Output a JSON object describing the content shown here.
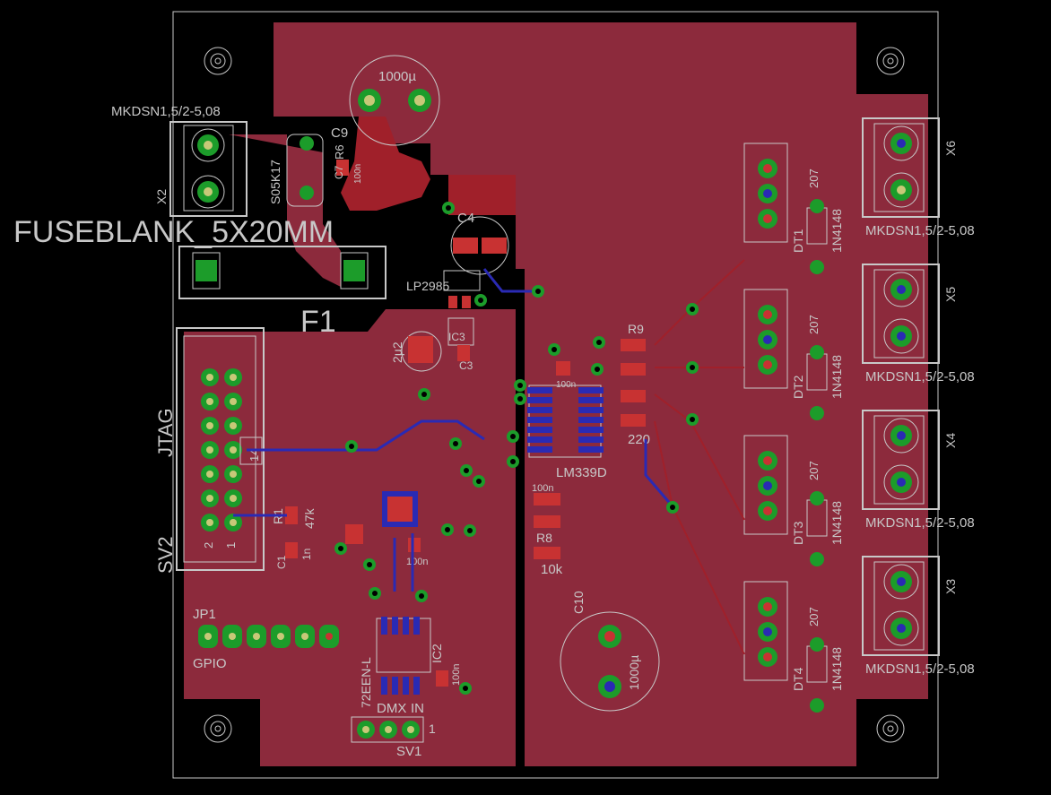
{
  "colors": {
    "background": "#000000",
    "copper_top": "#8c2a3c",
    "copper_top_dark": "#a0202a",
    "trace_bottom": "#2a2ab4",
    "pad_green": "#1c9c2a",
    "pad_via": "#3ac24a",
    "silkscreen": "#c8c8c8",
    "pad_red": "#c83232"
  },
  "labels": {
    "fuse_name": "F1",
    "fuse_package": "FUSEBLANK_5X20MM",
    "connector_pkg_top": "MKDSN1,5/2-5,08",
    "x2": "X2",
    "c9": "C9",
    "c9_val": "1000µ",
    "r6": "R6",
    "c7": "C7",
    "c7_val": "100n",
    "s05k17": "S05K17",
    "c4": "C4",
    "lp2985": "LP2985",
    "c3": "C3",
    "c3_val": "2µ2",
    "ic3": "IC3",
    "jtag": "JTAG",
    "sv2": "SV2",
    "pin14": "14",
    "pin2": "2",
    "pin1": "1",
    "r1": "R1",
    "r1_val": "47k",
    "c1": "C1",
    "c1_val": "1n",
    "jp1": "JP1",
    "gpio": "GPIO",
    "ic2": "IC2",
    "ic2_pkg": "72EEN-L",
    "c100n": "100n",
    "dmx": "DMX",
    "in": "IN",
    "sv1": "SV1",
    "sv1_pin1": "1",
    "r9": "R9",
    "r220": "220",
    "lm339d": "LM339D",
    "r8": "R8",
    "r8_val": "10k",
    "c10": "C10",
    "c10_val": "1000µ",
    "x3": "X3",
    "x4": "X4",
    "x5": "X5",
    "x6": "X6",
    "mkdsn_x6": "MKDSN1,5/2-5,08",
    "mkdsn_x5": "MKDSN1,5/2-5,08",
    "mkdsn_x4": "MKDSN1,5/2-5,08",
    "mkdsn_x3": "MKDSN1,5/2-5,08",
    "dt1": "DT1",
    "dt2": "DT2",
    "dt3": "DT3",
    "dt4": "DT4",
    "d1n4148": "1N4148",
    "d1n4148_2": "1N4148",
    "d1n4148_3": "1N4148",
    "d1n4148_4": "1N4148",
    "dt_pkg": "207"
  }
}
